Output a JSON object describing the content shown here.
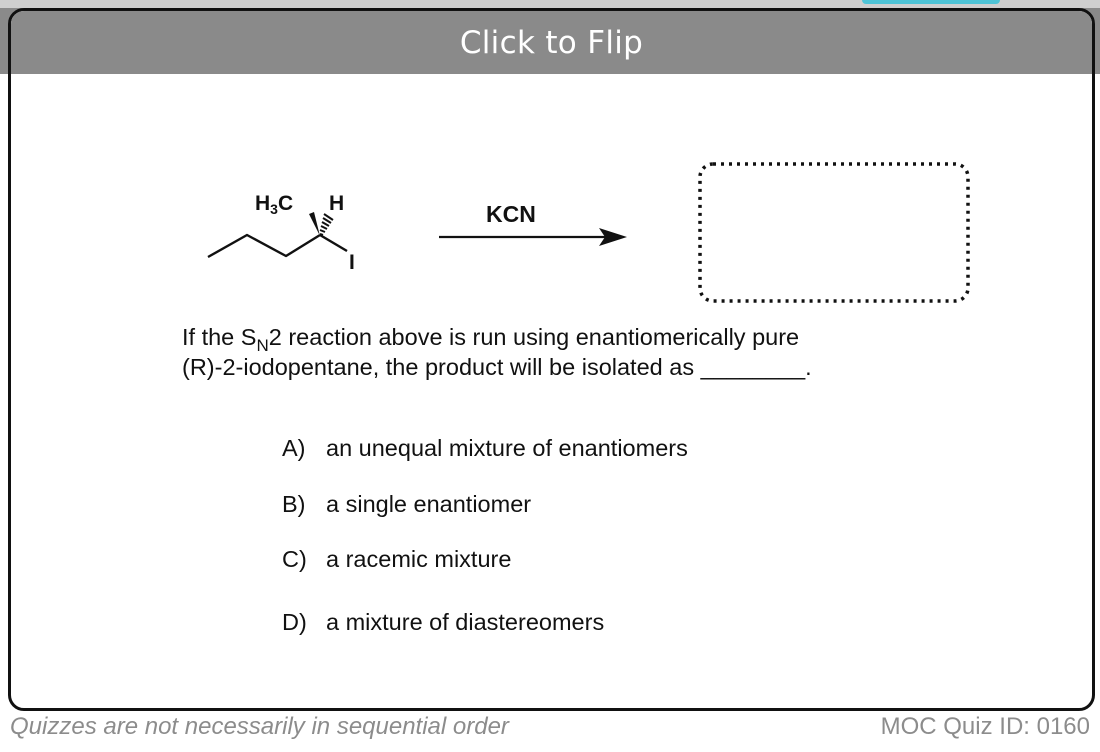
{
  "header": {
    "flip_label": "Click to Flip"
  },
  "reaction": {
    "substituent_ch3": "H₃C",
    "substituent_h": "H",
    "leaving_group": "I",
    "reagent": "KCN"
  },
  "question": {
    "line1_prefix": "If the S",
    "line1_subscript": "N",
    "line1_suffix": "2 reaction above is run using enantiomerically pure",
    "line2": "(R)-2-iodopentane, the product will be isolated as ________."
  },
  "options": [
    {
      "letter": "A)",
      "text": "an unequal mixture of enantiomers"
    },
    {
      "letter": "B)",
      "text": "a single enantiomer"
    },
    {
      "letter": "C)",
      "text": "a racemic mixture"
    },
    {
      "letter": "D)",
      "text": "a mixture of diastereomers"
    }
  ],
  "footer": {
    "left": "Quizzes are not necessarily in sequential order",
    "right": "MOC Quiz ID: 0160"
  },
  "colors": {
    "header_bg": "#8a8a8a",
    "tab_accent": "#4ec3d6",
    "footer_text": "#8c8c8c"
  }
}
